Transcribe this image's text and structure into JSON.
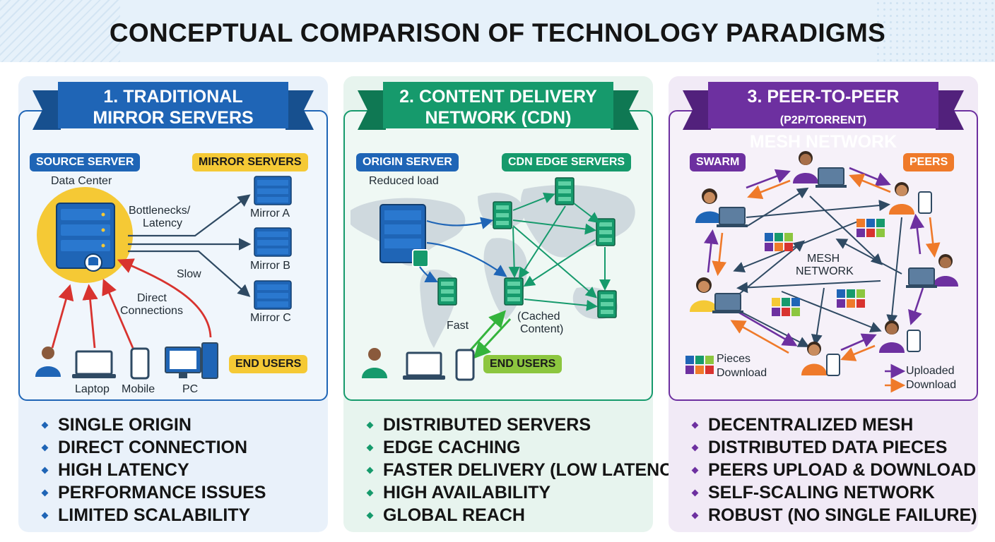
{
  "title": "CONCEPTUAL COMPARISON OF TECHNOLOGY PARADIGMS",
  "colors": {
    "blue": "#1f65b6",
    "green": "#169a6c",
    "purple": "#6d30a0",
    "yellow_tag": "#f5c935",
    "orange": "#ef7a2a",
    "red_arrow": "#d8332f"
  },
  "panels": [
    {
      "number": "1.",
      "heading_line1": "TRADITIONAL",
      "heading_line2": "MIRROR SERVERS",
      "tags": {
        "source": "SOURCE SERVER",
        "mirrors": "MIRROR SERVERS",
        "users": "END USERS"
      },
      "labels": {
        "data_center": "Data Center",
        "bottlenecks": "Bottlenecks/",
        "latency": "Latency",
        "slow": "Slow",
        "direct": "Direct",
        "connections": "Connections",
        "mirror_a": "Mirror A",
        "mirror_b": "Mirror B",
        "mirror_c": "Mirror C",
        "laptop": "Laptop",
        "mobile": "Mobile",
        "pc": "PC"
      },
      "bullets": [
        "SINGLE ORIGIN",
        "DIRECT CONNECTION",
        "HIGH LATENCY",
        "PERFORMANCE ISSUES",
        "LIMITED SCALABILITY"
      ]
    },
    {
      "number": "2.",
      "heading_line1": "CONTENT DELIVERY",
      "heading_line2": "NETWORK (CDN)",
      "tags": {
        "origin": "ORIGIN SERVER",
        "edge": "CDN EDGE SERVERS",
        "users": "END USERS"
      },
      "labels": {
        "reduced_load": "Reduced load",
        "fast": "Fast",
        "cached1": "(Cached",
        "cached2": "Content)"
      },
      "bullets": [
        "DISTRIBUTED SERVERS",
        "EDGE CACHING",
        "FASTER DELIVERY (LOW LATENCY)",
        "HIGH AVAILABILITY",
        "GLOBAL REACH"
      ]
    },
    {
      "number": "3.",
      "heading_line1a": "PEER-TO-PEER",
      "heading_line1b": "(P2P/TORRENT)",
      "heading_line2": "MESH NETWORK",
      "tags": {
        "swarm": "SWARM",
        "peers": "PEERS"
      },
      "labels": {
        "mesh1": "MESH",
        "mesh2": "NETWORK",
        "pieces": "Pieces",
        "pieces_download": "Download",
        "uploaded": "Uploaded",
        "download": "Download"
      },
      "bullets": [
        "DECENTRALIZED MESH",
        "DISTRIBUTED DATA PIECES",
        "PEERS UPLOAD & DOWNLOAD",
        "SELF-SCALING NETWORK",
        "ROBUST (NO SINGLE FAILURE)"
      ]
    }
  ]
}
